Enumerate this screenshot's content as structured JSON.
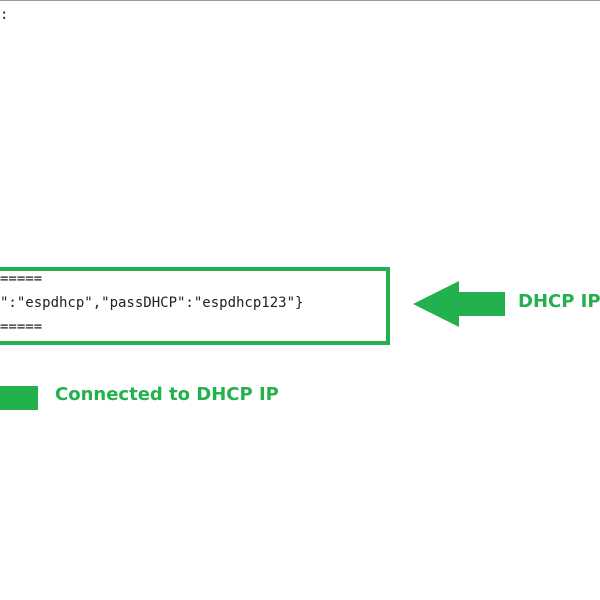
{
  "console": {
    "top_fragment": ":",
    "separator_top": "=====",
    "json_line": "\":\"espdhcp\",\"passDHCP\":\"espdhcp123\"}",
    "separator_bottom": "====="
  },
  "annotations": {
    "dhcp_ip_label": "DHCP IP s",
    "connected_label": "Connected to DHCP IP"
  },
  "colors": {
    "accent": "#22b14c",
    "console_text": "#222222"
  }
}
